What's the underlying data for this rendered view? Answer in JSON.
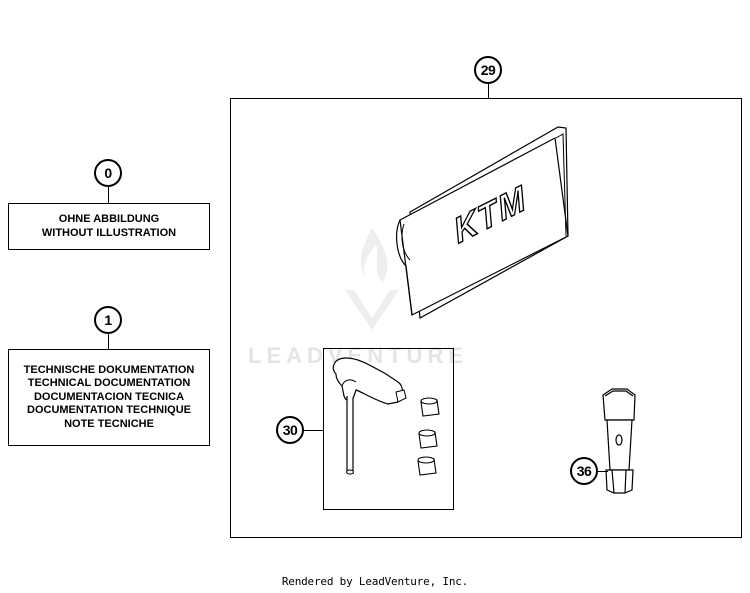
{
  "callouts": {
    "c0": "0",
    "c1": "1",
    "c29": "29",
    "c30": "30",
    "c36": "36"
  },
  "box_no_illustration": {
    "line1": "OHNE ABBILDUNG",
    "line2": "WITHOUT ILLUSTRATION"
  },
  "box_documentation": {
    "line1": "TECHNISCHE DOKUMENTATION",
    "line2": "TECHNICAL DOCUMENTATION",
    "line3": "DOCUMENTACION TECNICA",
    "line4": "DOCUMENTATION TECHNIQUE",
    "line5": "NOTE TECNICHE"
  },
  "pouch_logo": "KTM",
  "watermark": "LEADVENTURE",
  "footer": "Rendered by LeadVenture, Inc."
}
